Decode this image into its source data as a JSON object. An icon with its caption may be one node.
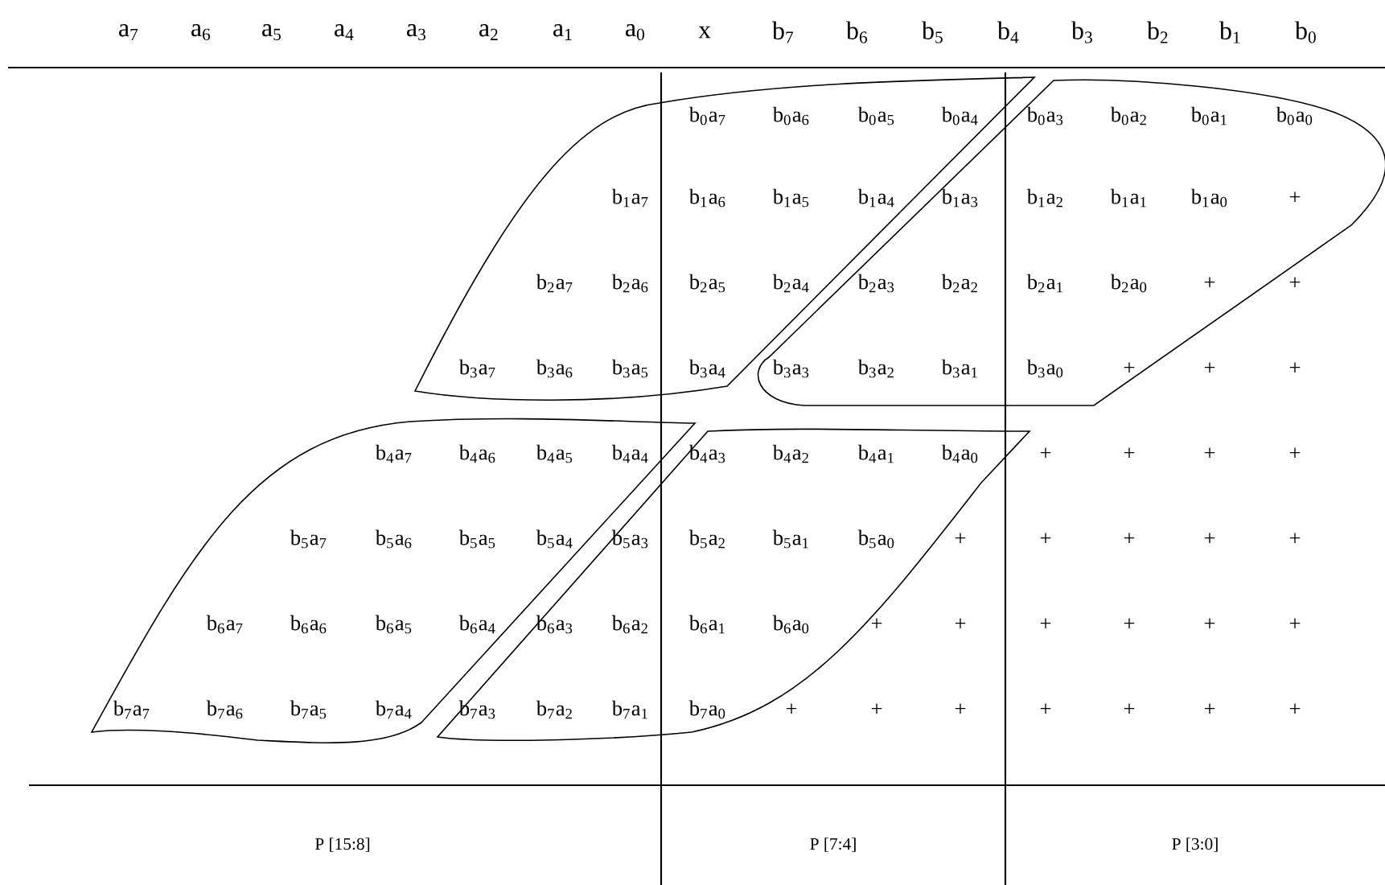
{
  "diagram": {
    "labels": [
      "a$_{7}$",
      "a$_{6}$",
      "a$_{5}$",
      "a$_{4}$",
      "a$_{3}$",
      "a$_{2}$",
      "a$_{1}$",
      "a$_{0}$",
      "x",
      "b$_{7}$",
      "b$_{6}$",
      "b$_{5}$",
      "b$_{4}$",
      "b$_{3}$",
      "b$_{2}$",
      "b$_{1}$",
      "b$_{0}$",
      "b$_{0}$a$_{7}$",
      "b$_{0}$a$_{6}$",
      "b$_{0}$a$_{5}$",
      "b$_{0}$a$_{4}$",
      "b$_{0}$a$_{3}$",
      "b$_{0}$a$_{2}$",
      "b$_{0}$a$_{1}$",
      "b$_{0}$a$_{0}$",
      "b$_{1}$a$_{7}$",
      "b$_{1}$a$_{6}$",
      "b$_{1}$a$_{5}$",
      "b$_{1}$a$_{4}$",
      "b$_{1}$a$_{3}$",
      "b$_{1}$a$_{2}$",
      "b$_{1}$a$_{1}$",
      "b$_{1}$a$_{0}$",
      "+",
      "b$_{2}$a$_{7}$",
      "b$_{2}$a$_{6}$",
      "b$_{2}$a$_{5}$",
      "b$_{2}$a$_{4}$",
      "b$_{2}$a$_{3}$",
      "b$_{2}$a$_{2}$",
      "b$_{2}$a$_{1}$",
      "b$_{2}$a$_{0}$",
      "+",
      "+",
      "b$_{3}$a$_{7}$",
      "b$_{3}$a$_{6}$",
      "b$_{3}$a$_{5}$",
      "b$_{3}$a$_{4}$",
      "b$_{3}$a$_{3}$",
      "b$_{3}$a$_{2}$",
      "b$_{3}$a$_{1}$",
      "b$_{3}$a$_{0}$",
      "+",
      "+",
      "+",
      "b$_{4}$a$_{7}$",
      "b$_{4}$a$_{6}$",
      "b$_{4}$a$_{5}$",
      "b$_{4}$a$_{4}$",
      "b$_{4}$a$_{3}$",
      "b$_{4}$a$_{2}$",
      "b$_{4}$a$_{1}$",
      "b$_{4}$a$_{0}$",
      "+",
      "+",
      "+",
      "+",
      "b$_{5}$a$_{7}$",
      "b$_{5}$a$_{6}$",
      "b$_{5}$a$_{5}$",
      "b$_{5}$a$_{4}$",
      "b$_{5}$a$_{3}$",
      "b$_{5}$a$_{2}$",
      "b$_{5}$a$_{1}$",
      "b$_{5}$a$_{0}$",
      "+",
      "+",
      "+",
      "+",
      "+",
      "b$_{6}$a$_{7}$",
      "b$_{6}$a$_{6}$",
      "b$_{6}$a$_{5}$",
      "b$_{6}$a$_{4}$",
      "b$_{6}$a$_{3}$",
      "b$_{6}$a$_{2}$",
      "b$_{6}$a$_{1}$",
      "b$_{6}$a$_{0}$",
      "+",
      "+",
      "+",
      "+",
      "+",
      "+",
      "b$_{7}$a$_{7}$",
      "b$_{7}$a$_{6}$",
      "b$_{7}$a$_{5}$",
      "b$_{7}$a$_{4}$",
      "b$_{7}$a$_{3}$",
      "b$_{7}$a$_{2}$",
      "b$_{7}$a$_{1}$",
      "b$_{7}$a$_{0}$",
      "+",
      "+",
      "+",
      "+",
      "+",
      "+",
      "+",
      "P [15:8]",
      "P [7:4]",
      "P [3:0]"
    ]
  }
}
